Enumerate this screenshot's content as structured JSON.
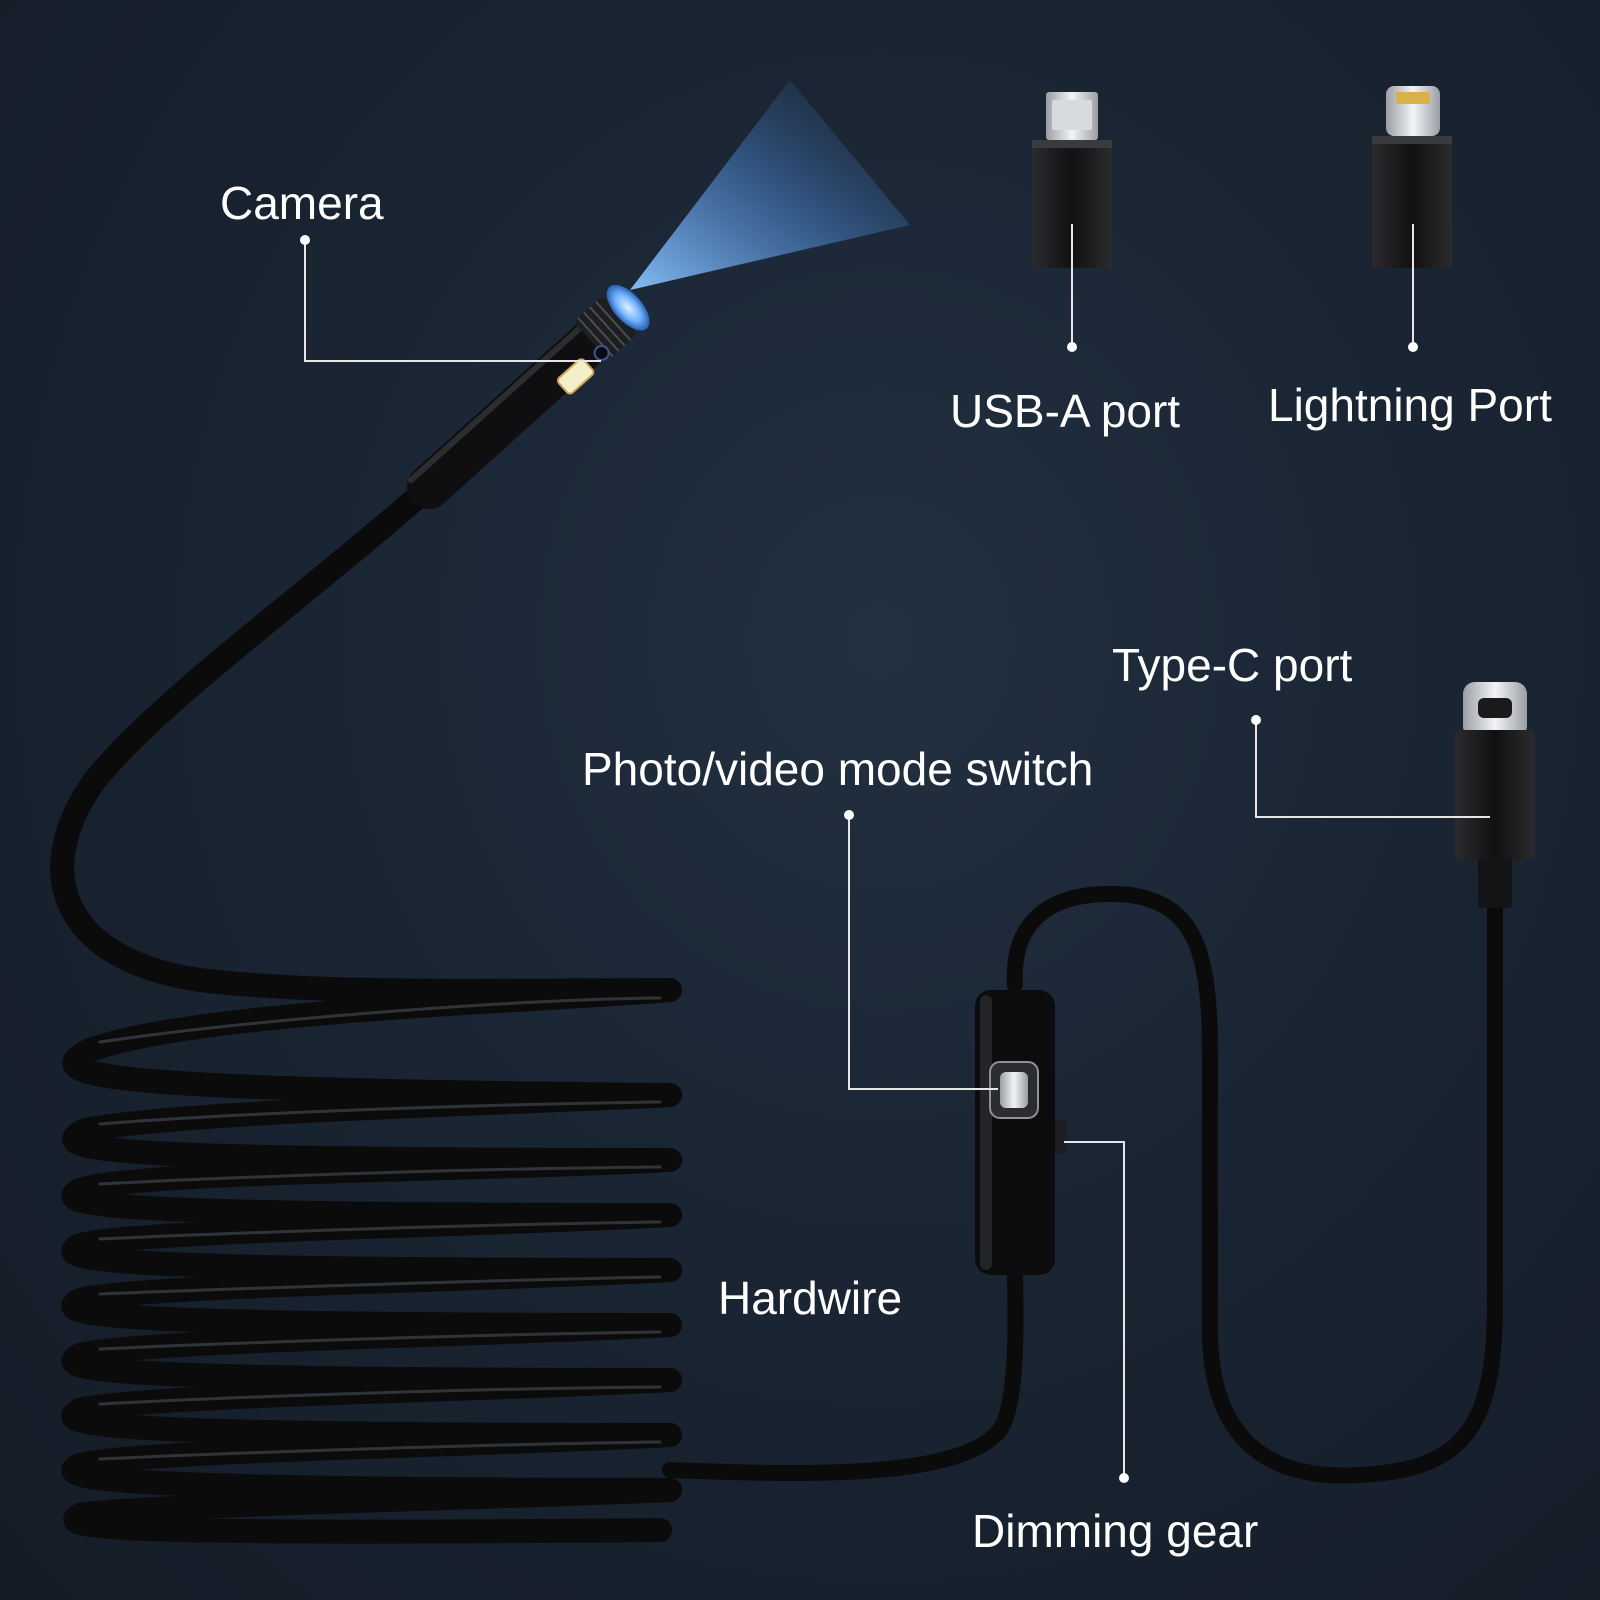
{
  "labels": {
    "camera": "Camera",
    "usb_a": "USB-A port",
    "lightning": "Lightning Port",
    "type_c": "Type-C port",
    "mode_switch": "Photo/video mode switch",
    "hardwire": "Hardwire",
    "dimming": "Dimming gear"
  },
  "colors": {
    "background": "#1a2533",
    "text": "#ffffff",
    "leader_line": "#e6e6e6",
    "cable": "#0b0b0c",
    "light_beam": "#5aa0ff"
  },
  "icons": [
    "endoscope-camera-head",
    "micro-usb-adapter",
    "lightning-adapter",
    "type-c-connector",
    "control-box"
  ]
}
